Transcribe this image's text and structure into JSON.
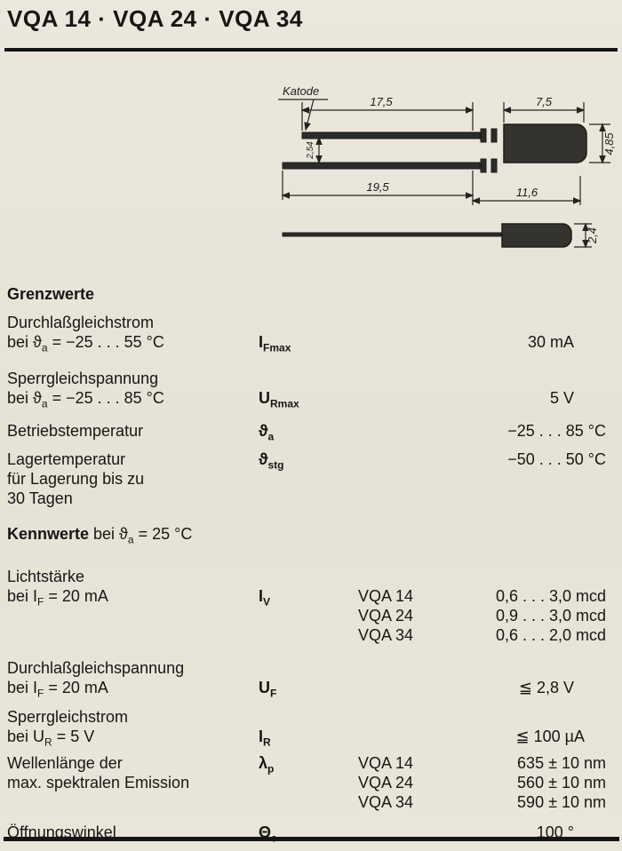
{
  "title": "VQA 14 · VQA 24 · VQA 34",
  "drawing": {
    "katode": "Katode",
    "dim_top_left": "17,5",
    "dim_top_right": "7,5",
    "dim_pitch": "2,54",
    "dim_body_height": "4,85",
    "dim_bottom_left": "19,5",
    "dim_bottom_right": "11,6",
    "dim_side_height": "2,4"
  },
  "grenzwerte": {
    "heading": "Grenzwerte",
    "rows": [
      {
        "name": "Durchlaßgleichstrom",
        "cond_pre": "bei ϑ",
        "cond_sub": "a",
        "cond_post": " = −25 . . . 55 °C",
        "sym": "I",
        "sym_sub": "Fmax",
        "value": "30 mA"
      },
      {
        "name": "Sperrgleichspannung",
        "cond_pre": "bei ϑ",
        "cond_sub": "a",
        "cond_post": " = −25 . . . 85 °C",
        "sym": "U",
        "sym_sub": "Rmax",
        "value": "5 V"
      },
      {
        "name": "Betriebstemperatur",
        "sym": "ϑ",
        "sym_sub": "a",
        "value": "−25 . . . 85 °C"
      },
      {
        "name": "Lagertemperatur",
        "line2": "für Lagerung bis zu",
        "line3": "30 Tagen",
        "sym": "ϑ",
        "sym_sub": "stg",
        "value": "−50 . . . 50 °C"
      }
    ]
  },
  "kennwerte": {
    "heading_bold": "Kennwerte",
    "heading_pre": " bei ϑ",
    "heading_sub": "a",
    "heading_post": " = 25 °C",
    "rows": [
      {
        "name": "Lichtstärke",
        "cond_pre": "bei I",
        "cond_sub": "F",
        "cond_post": " = 20 mA",
        "sym": "I",
        "sym_sub": "V",
        "types": [
          "VQA 14",
          "VQA 24",
          "VQA 34"
        ],
        "values": [
          "0,6 . . . 3,0 mcd",
          "0,9 . . . 3,0 mcd",
          "0,6 . . . 2,0 mcd"
        ]
      },
      {
        "name": "Durchlaßgleichspannung",
        "cond_pre": "bei I",
        "cond_sub": "F",
        "cond_post": " = 20 mA",
        "sym": "U",
        "sym_sub": "F",
        "value": "≦ 2,8 V"
      },
      {
        "name": "Sperrgleichstrom",
        "cond_pre": "bei U",
        "cond_sub": "R",
        "cond_post": " = 5 V",
        "sym": "I",
        "sym_sub": "R",
        "value": "≦ 100 µA"
      },
      {
        "name": "Wellenlänge der",
        "line2": "max. spektralen Emission",
        "sym": "λ",
        "sym_sub": "p",
        "types": [
          "VQA 14",
          "VQA 24",
          "VQA 34"
        ],
        "values": [
          "635 ± 10 nm",
          "560 ± 10 nm",
          "590 ± 10 nm"
        ]
      },
      {
        "name": "Öffnungswinkel",
        "sym": "Θ",
        "sym_sub": "e",
        "value": "100 °"
      }
    ]
  }
}
